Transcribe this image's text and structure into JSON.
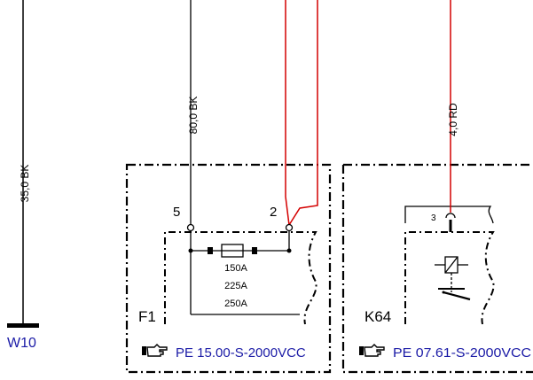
{
  "colors": {
    "line": "#000000",
    "wire_red": "#d40000",
    "ref_blue": "#1a1aa6"
  },
  "wires": {
    "w10_wire_label": "35,0 BK",
    "f1_wire_label": "80,0 BK",
    "k64_wire_label": "4,0 RD"
  },
  "ground": {
    "label": "W10"
  },
  "f1": {
    "name": "F1",
    "pin_left": "5",
    "pin_right": "2",
    "ratings": [
      "150A",
      "225A",
      "250A"
    ],
    "ref_icon": "pointing-hand-icon",
    "ref_text": "PE 15.00-S-2000VCC"
  },
  "k64": {
    "name": "K64",
    "pin": "3",
    "ref_icon": "pointing-hand-icon",
    "ref_text": "PE 07.61-S-2000VCC"
  }
}
